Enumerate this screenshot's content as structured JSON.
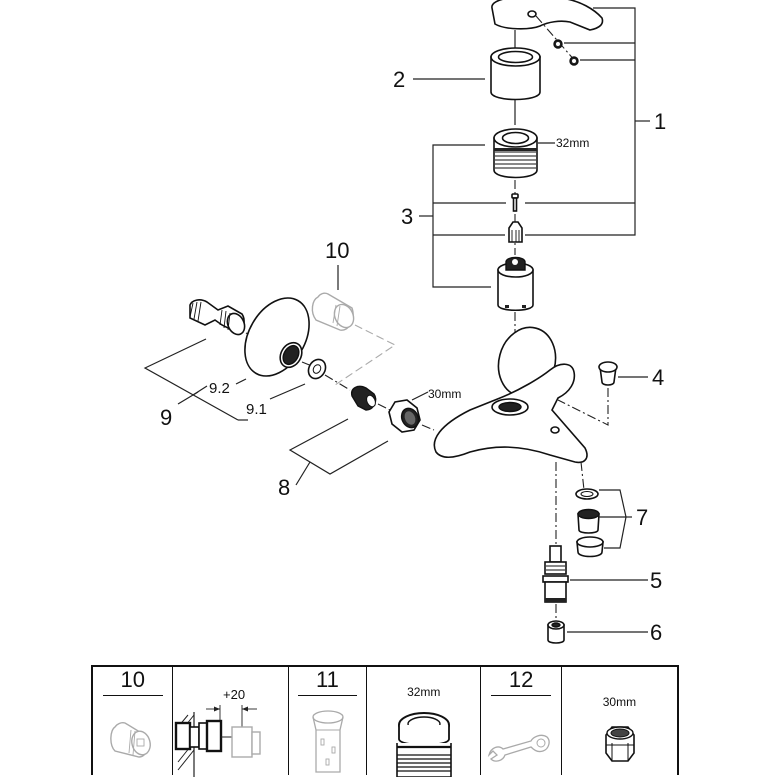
{
  "diagram": {
    "title": "Exploded parts diagram – single-lever bath/shower mixer",
    "callouts": {
      "c1": "1",
      "c2": "2",
      "c3": "3",
      "c4": "4",
      "c5": "5",
      "c6": "6",
      "c7": "7",
      "c8": "8",
      "c9": "9",
      "c9_1": "9.1",
      "c9_2": "9.2",
      "c10": "10"
    },
    "dimensions": {
      "cartridge_nut": "32mm",
      "connection_nut": "30mm"
    }
  },
  "accessories_table": {
    "cells": [
      {
        "number": "10",
        "part": "extension-piece"
      },
      {
        "dimension": "+20",
        "part": "extension-installation-detail"
      },
      {
        "number": "11",
        "part": "extension-sleeve"
      },
      {
        "dimension": "32mm",
        "part": "cartridge-nut"
      },
      {
        "number": "12",
        "part": "wrench"
      },
      {
        "dimension": "30mm",
        "part": "hex-nut"
      }
    ]
  }
}
